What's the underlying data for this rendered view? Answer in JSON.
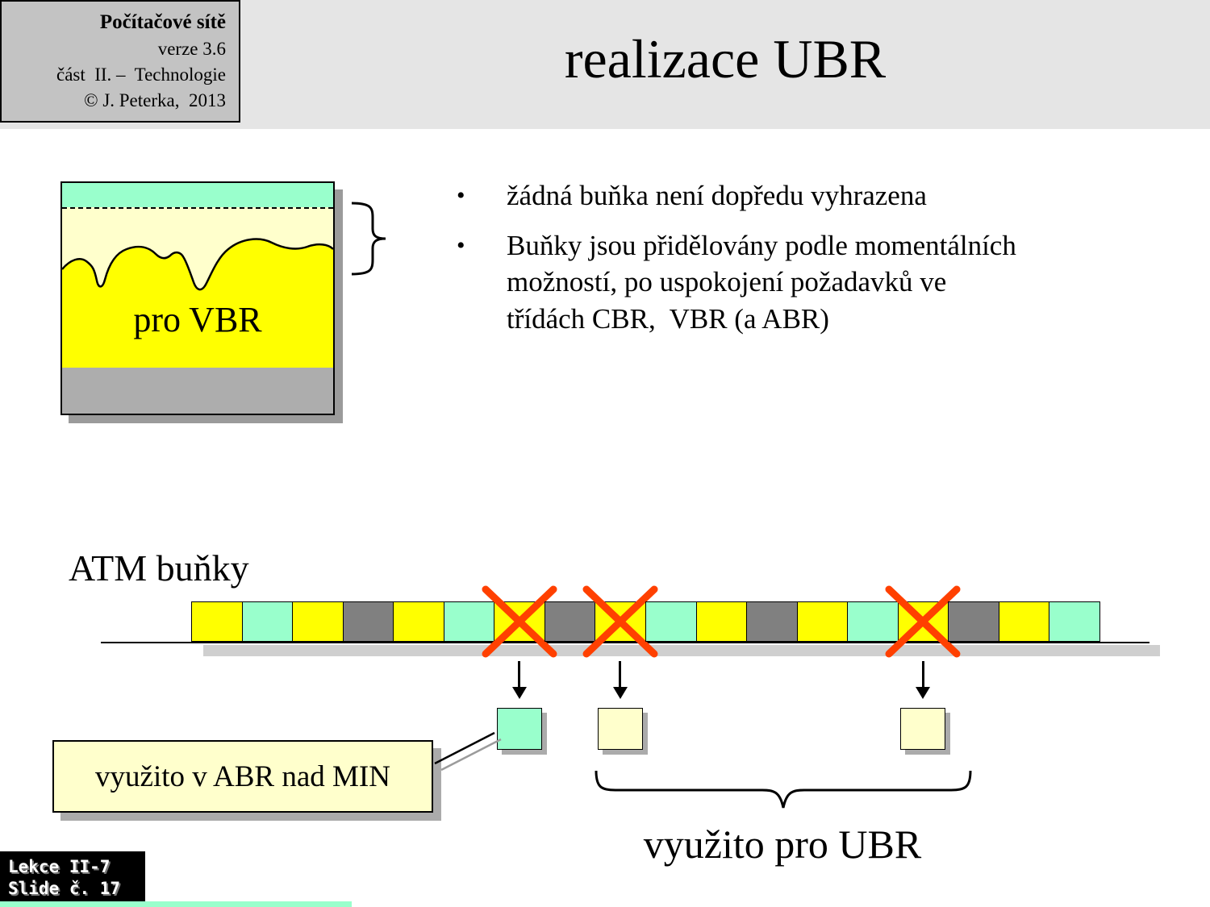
{
  "colors": {
    "yellow": "#FFFF00",
    "teal": "#99FFCC",
    "cream": "#FFFFCC",
    "gray": "#808080",
    "cross_red": "#FF4000"
  },
  "header": {
    "course": "Počítačové sítě",
    "version": "verze 3.6",
    "part": "část  II. –  Technologie",
    "copyright": "© J. Peterka,  2013",
    "title": "realizace UBR"
  },
  "bullets": [
    {
      "text": "žádná buňka není dopředu vyhrazena"
    },
    {
      "text": "Buňky jsou přidělovány podle momentálních možností, po uspokojení požadavků ve třídách CBR,  VBR (a ABR)"
    }
  ],
  "vbr_box": {
    "label": "pro VBR"
  },
  "atm": {
    "label": "ATM buňky",
    "cells": [
      {
        "color": "yellow",
        "crossed": false
      },
      {
        "color": "teal",
        "crossed": false
      },
      {
        "color": "yellow",
        "crossed": false
      },
      {
        "color": "gray",
        "crossed": false
      },
      {
        "color": "yellow",
        "crossed": false
      },
      {
        "color": "teal",
        "crossed": false
      },
      {
        "color": "yellow",
        "crossed": true
      },
      {
        "color": "gray",
        "crossed": false
      },
      {
        "color": "yellow",
        "crossed": true
      },
      {
        "color": "teal",
        "crossed": false
      },
      {
        "color": "yellow",
        "crossed": false
      },
      {
        "color": "gray",
        "crossed": false
      },
      {
        "color": "yellow",
        "crossed": false
      },
      {
        "color": "teal",
        "crossed": false
      },
      {
        "color": "yellow",
        "crossed": true
      },
      {
        "color": "gray",
        "crossed": false
      },
      {
        "color": "yellow",
        "crossed": false
      },
      {
        "color": "teal",
        "crossed": false
      }
    ],
    "drops": [
      {
        "cell_index": 6,
        "color": "teal"
      },
      {
        "cell_index": 8,
        "color": "cream"
      },
      {
        "cell_index": 14,
        "color": "cream"
      }
    ]
  },
  "annotations": {
    "abr_label": "využito v ABR nad MIN",
    "ubr_label": "využito pro UBR"
  },
  "footer": {
    "lecture": "Lekce II-7",
    "slide": "Slide č. 17"
  }
}
